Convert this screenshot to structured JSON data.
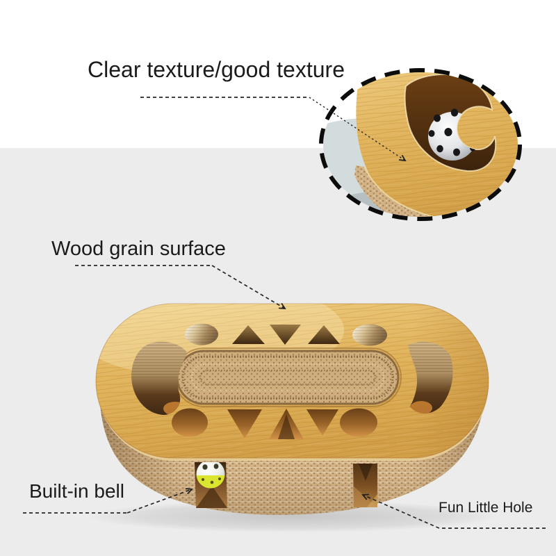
{
  "labels": {
    "clear_texture": "Clear texture/good texture",
    "wood_grain": "Wood grain surface",
    "built_in_bell": "Built-in bell",
    "fun_little_hole": "Fun Little Hole"
  },
  "product": {
    "description": "Oval corrugated-cardboard cat scratcher board with wood-grain top, shape cutouts and rolling bell balls",
    "visible_parts": {
      "top_cutouts": [
        "circle",
        "triangle-up",
        "triangle-down",
        "triangle-up",
        "circle",
        "crescent-left",
        "crescent-right",
        "circle",
        "triangle-down",
        "triangle-up",
        "triangle-down",
        "circle"
      ],
      "center": "oval corrugated scratch pad",
      "side_openings": [
        "left hole with yellow bell ball",
        "right empty hole"
      ],
      "inset": "dashed-circle zoom showing wood grain edge and white perforated bell ball"
    }
  },
  "colors": {
    "background_top": "#ffffff",
    "background_bottom": "#ececec",
    "label_text": "#1b1b1b",
    "wood": "#e0b55f",
    "cardboard": "#d3b286",
    "scratch_pad": "#cfad7c",
    "hole_dark": "#5c3a18",
    "bell_ball_yellow": "#dbe52f",
    "inset_ball": "#f2f2f2",
    "inset_floor": "#d3dcdd",
    "leader_line": "#262626"
  }
}
